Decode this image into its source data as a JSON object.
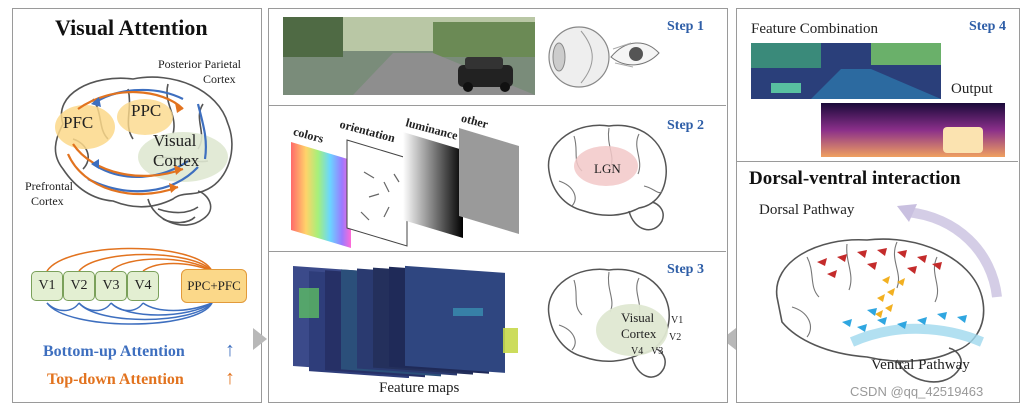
{
  "left": {
    "title": "Visual Attention",
    "ppc_cortex_label_1": "Posterior Parietal",
    "ppc_cortex_label_2": "Cortex",
    "pfc": "PFC",
    "ppc": "PPC",
    "visual_cortex_1": "Visual",
    "visual_cortex_2": "Cortex",
    "prefrontal_1": "Prefrontal",
    "prefrontal_2": "Cortex",
    "hierarchy": [
      "V1",
      "V2",
      "V3",
      "V4"
    ],
    "ppc_pfc": "PPC+PFC",
    "bottom_up": "Bottom-up Attention",
    "top_down": "Top-down Attention"
  },
  "middle": {
    "step1": "Step 1",
    "step2": "Step 2",
    "step3": "Step 3",
    "feature_labels": [
      "colors",
      "orientation",
      "luminance",
      "other"
    ],
    "lgn": "LGN",
    "feature_maps": "Feature maps",
    "visual_cortex_1": "Visual",
    "visual_cortex_2": "Cortex",
    "v_labels": [
      "V1",
      "V2",
      "V4",
      "V3"
    ]
  },
  "right": {
    "step4": "Step 4",
    "feature_combination": "Feature Combination",
    "output": "Output",
    "dorsal_ventral": "Dorsal-ventral interaction",
    "dorsal": "Dorsal Pathway",
    "ventral": "Ventral Pathway"
  },
  "watermark": "CSDN @qq_42519463",
  "colors": {
    "step_blue": "#2e5ea7",
    "bottom_up_blue": "#3e6fbf",
    "top_down_orange": "#e2731f",
    "panel_border": "#9a9a9a",
    "dorsal_red": "#c42b2b",
    "dorsal_yellow": "#f2b021",
    "ventral_cyan": "#2fa6e0"
  }
}
